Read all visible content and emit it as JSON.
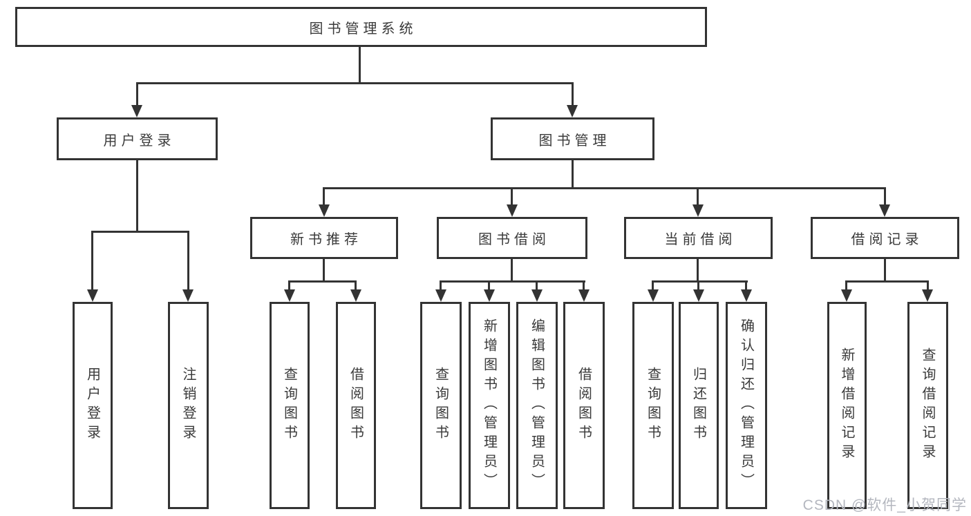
{
  "tree": {
    "label": "图书管理系统",
    "children": [
      {
        "label": "用户登录",
        "children": [
          {
            "label": "用户登录"
          },
          {
            "label": "注销登录"
          }
        ]
      },
      {
        "label": "图书管理",
        "children": [
          {
            "label": "新书推荐",
            "children": [
              {
                "label": "查询图书"
              },
              {
                "label": "借阅图书"
              }
            ]
          },
          {
            "label": "图书借阅",
            "children": [
              {
                "label": "查询图书"
              },
              {
                "label": "新增图书（管理员）"
              },
              {
                "label": "编辑图书（管理员）"
              },
              {
                "label": "借阅图书"
              }
            ]
          },
          {
            "label": "当前借阅",
            "children": [
              {
                "label": "查询图书"
              },
              {
                "label": "归还图书"
              },
              {
                "label": "确认归还（管理员）"
              }
            ]
          },
          {
            "label": "借阅记录",
            "children": [
              {
                "label": "新增借阅记录"
              },
              {
                "label": "查询借阅记录"
              }
            ]
          }
        ]
      }
    ]
  },
  "watermark": {
    "text": "CSDN @软件_小贺同学"
  },
  "colors": {
    "line": "#333333",
    "box_border": "#333333",
    "box_background": "#ffffff",
    "text": "#3a3a3a",
    "watermark": "#b4b7bf",
    "page_background": "#ffffff"
  }
}
